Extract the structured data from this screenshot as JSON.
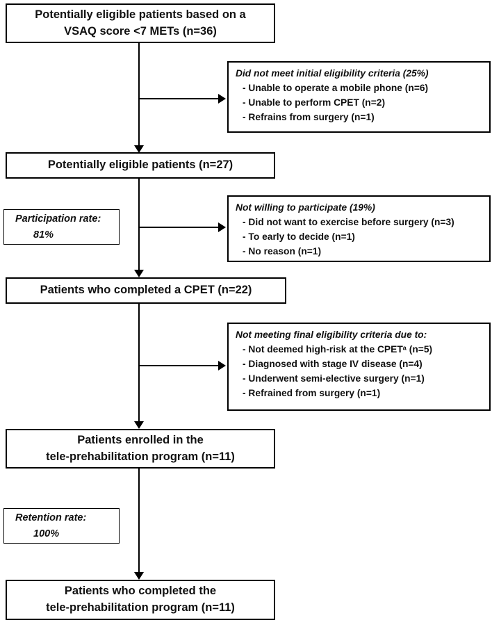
{
  "flowchart": {
    "main_boxes": [
      {
        "lines": [
          "Potentially eligible patients based on a",
          "VSAQ score <7 METs (n=36)"
        ]
      },
      {
        "lines": [
          "Potentially eligible patients (n=27)"
        ]
      },
      {
        "lines": [
          "Patients who completed a CPET (n=22)"
        ]
      },
      {
        "lines": [
          "Patients enrolled in the",
          "tele-prehabilitation program (n=11)"
        ]
      },
      {
        "lines": [
          "Patients who completed the",
          "tele-prehabilitation program (n=11)"
        ]
      }
    ],
    "exclusion_boxes": [
      {
        "title": "Did not meet initial eligibility criteria (25%)",
        "items": [
          "- Unable to operate a mobile phone (n=6)",
          "- Unable to perform CPET (n=2)",
          "- Refrains from surgery (n=1)"
        ]
      },
      {
        "title": "Not willing to participate (19%)",
        "items": [
          "- Did not want to exercise before surgery (n=3)",
          "- To early to decide (n=1)",
          "- No reason (n=1)"
        ]
      },
      {
        "title": "Not meeting final eligibility criteria due to:",
        "items": [
          "- Not deemed high-risk at the CPETᵃ (n=5)",
          "- Diagnosed with stage IV disease (n=4)",
          "- Underwent semi-elective surgery (n=1)",
          "- Refrained from surgery (n=1)"
        ]
      }
    ],
    "rate_boxes": [
      {
        "label": "Participation rate:",
        "value": "81%"
      },
      {
        "label": "Retention rate:",
        "value": "100%"
      }
    ],
    "colors": {
      "border": "#000000",
      "background": "#ffffff"
    }
  }
}
